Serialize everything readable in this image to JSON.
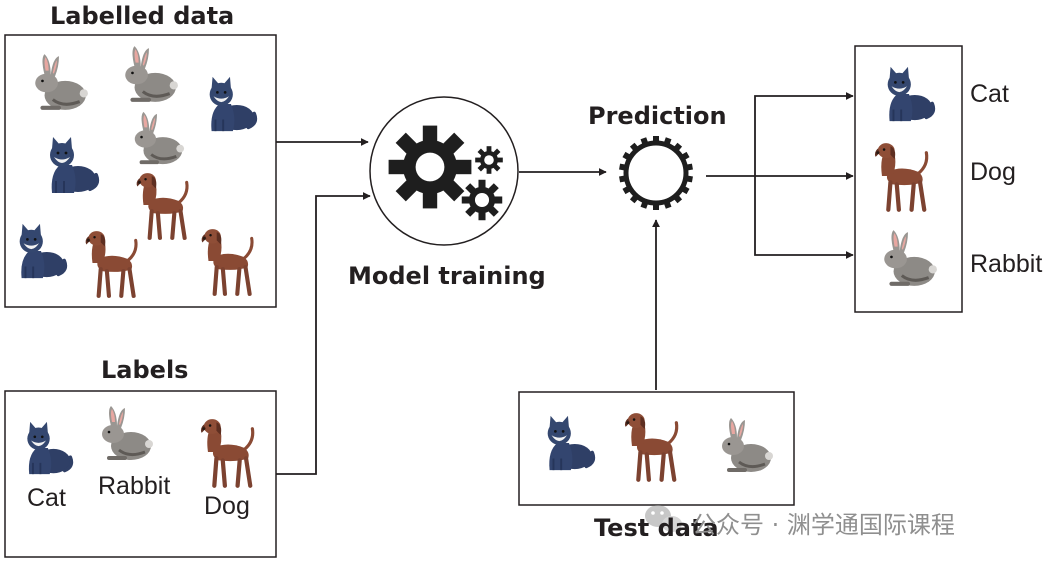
{
  "labelled_data": {
    "title": "Labelled data"
  },
  "labels": {
    "title": "Labels",
    "items": [
      "Cat",
      "Rabbit",
      "Dog"
    ]
  },
  "model_training": {
    "title": "Model training"
  },
  "prediction": {
    "title": "Prediction"
  },
  "outputs": {
    "items": [
      "Cat",
      "Dog",
      "Rabbit"
    ]
  },
  "test_data": {
    "title": "Test data"
  },
  "watermark": {
    "text": "公众号 · 渊学通国际课程"
  },
  "colors": {
    "line": "#231f20",
    "cat": "#2f3f66",
    "dog": "#8a4a34",
    "rabbit": "#8d8a86"
  },
  "icons": [
    "cat-icon",
    "dog-icon",
    "rabbit-icon",
    "gears-icon",
    "gear-icon",
    "wechat-icon"
  ]
}
